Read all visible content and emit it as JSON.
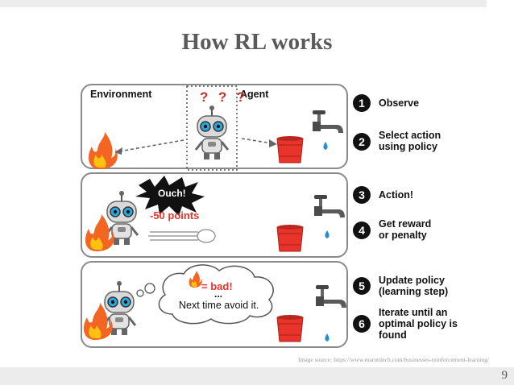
{
  "slide": {
    "title": "How RL works",
    "page_number": "9",
    "image_source": "Image source: https://www.marutitech.com/businesses-reinforcement-learning/"
  },
  "diagram": {
    "environment_label": "Environment",
    "agent_label": "Agent",
    "question_marks": "?  ?  ?",
    "ouch_text": "Ouch!",
    "points_text": "-50 points",
    "thought_line1": "= bad!",
    "thought_line2": "...",
    "thought_line3": "Next time avoid it."
  },
  "steps": [
    {
      "number": "1",
      "line1": "Observe",
      "line2": ""
    },
    {
      "number": "2",
      "line1": "Select action",
      "line2": "using policy"
    },
    {
      "number": "3",
      "line1": "Action!",
      "line2": ""
    },
    {
      "number": "4",
      "line1": "Get reward",
      "line2": "or penalty"
    },
    {
      "number": "5",
      "line1": "Update policy",
      "line2": "(learning step)"
    },
    {
      "number": "6",
      "line1": "Iterate until an",
      "line2": "optimal policy is",
      "line3": "found"
    }
  ],
  "colors": {
    "title": "#5a5a5a",
    "fire_outer": "#f26522",
    "fire_inner": "#ffc20e",
    "bucket": "#e8342a",
    "robot_eye": "#2aa9e0"
  }
}
